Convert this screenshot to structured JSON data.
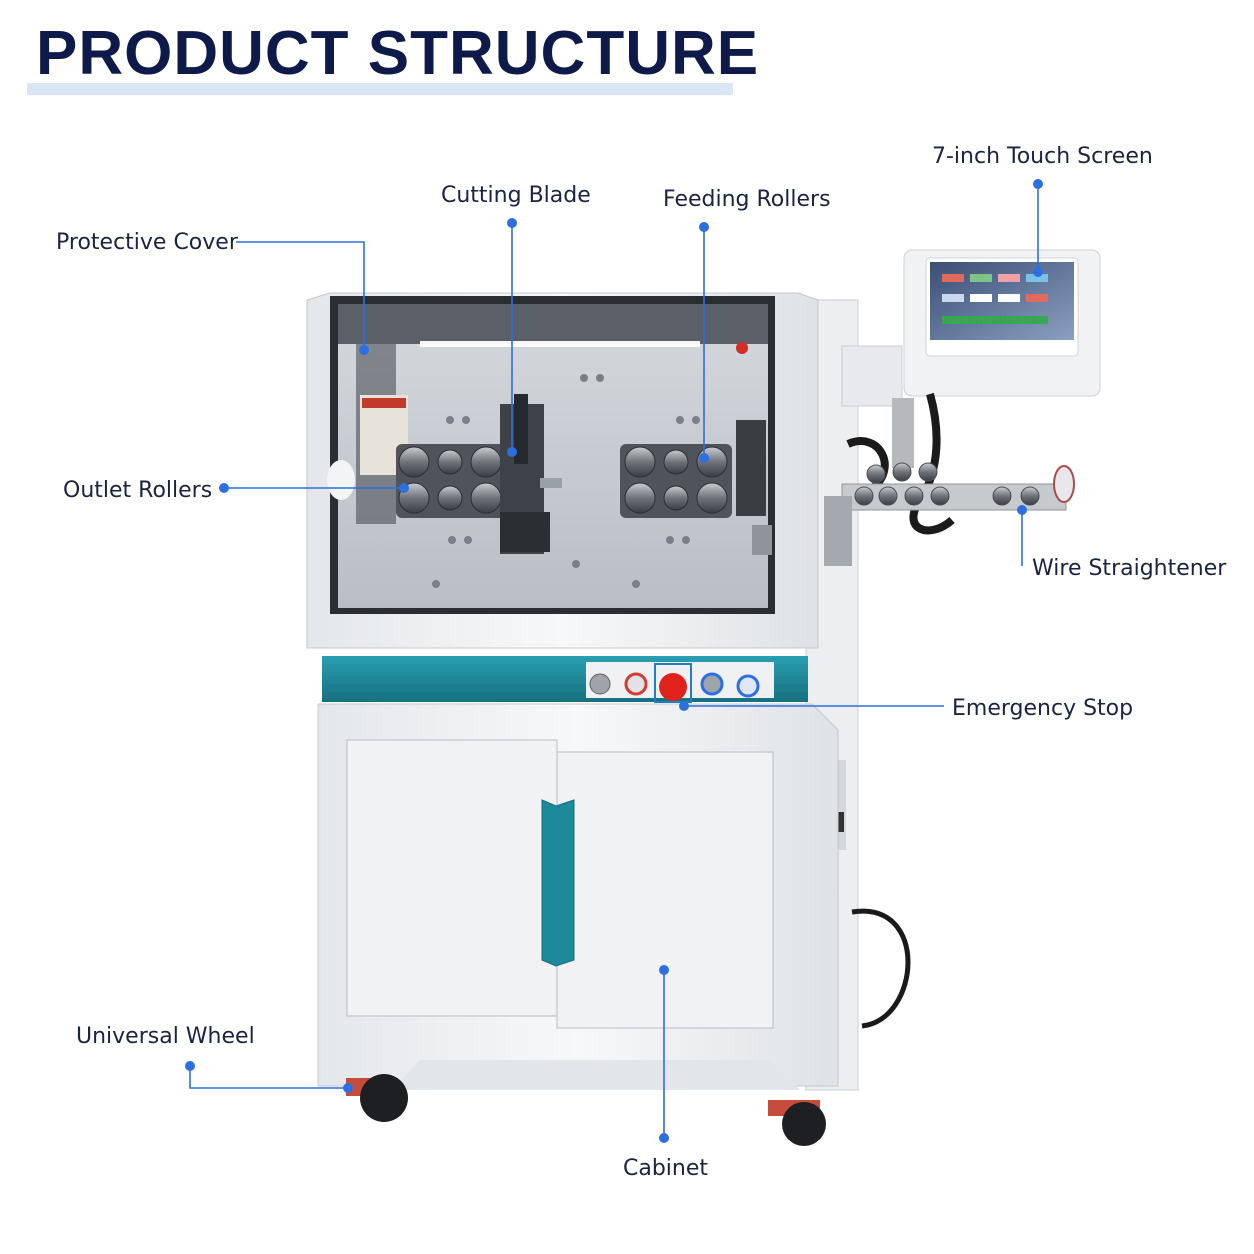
{
  "header": {
    "title": "PRODUCT STRUCTURE"
  },
  "colors": {
    "title": "#0e1b4a",
    "accent": "#2c6fe0",
    "label": "#1a2340",
    "panel_teal": "#1f8fa0",
    "emergency_red": "#e0221b"
  },
  "callouts": [
    {
      "id": "touch-screen",
      "text": "7-inch Touch Screen"
    },
    {
      "id": "cutting-blade",
      "text": "Cutting Blade"
    },
    {
      "id": "feeding-rollers",
      "text": "Feeding Rollers"
    },
    {
      "id": "protective-cover",
      "text": "Protective Cover"
    },
    {
      "id": "outlet-rollers",
      "text": "Outlet Rollers"
    },
    {
      "id": "wire-straightener",
      "text": "Wire Straightener"
    },
    {
      "id": "emergency-stop",
      "text": "Emergency Stop"
    },
    {
      "id": "universal-wheel",
      "text": "Universal Wheel"
    },
    {
      "id": "cabinet",
      "text": "Cabinet"
    }
  ]
}
